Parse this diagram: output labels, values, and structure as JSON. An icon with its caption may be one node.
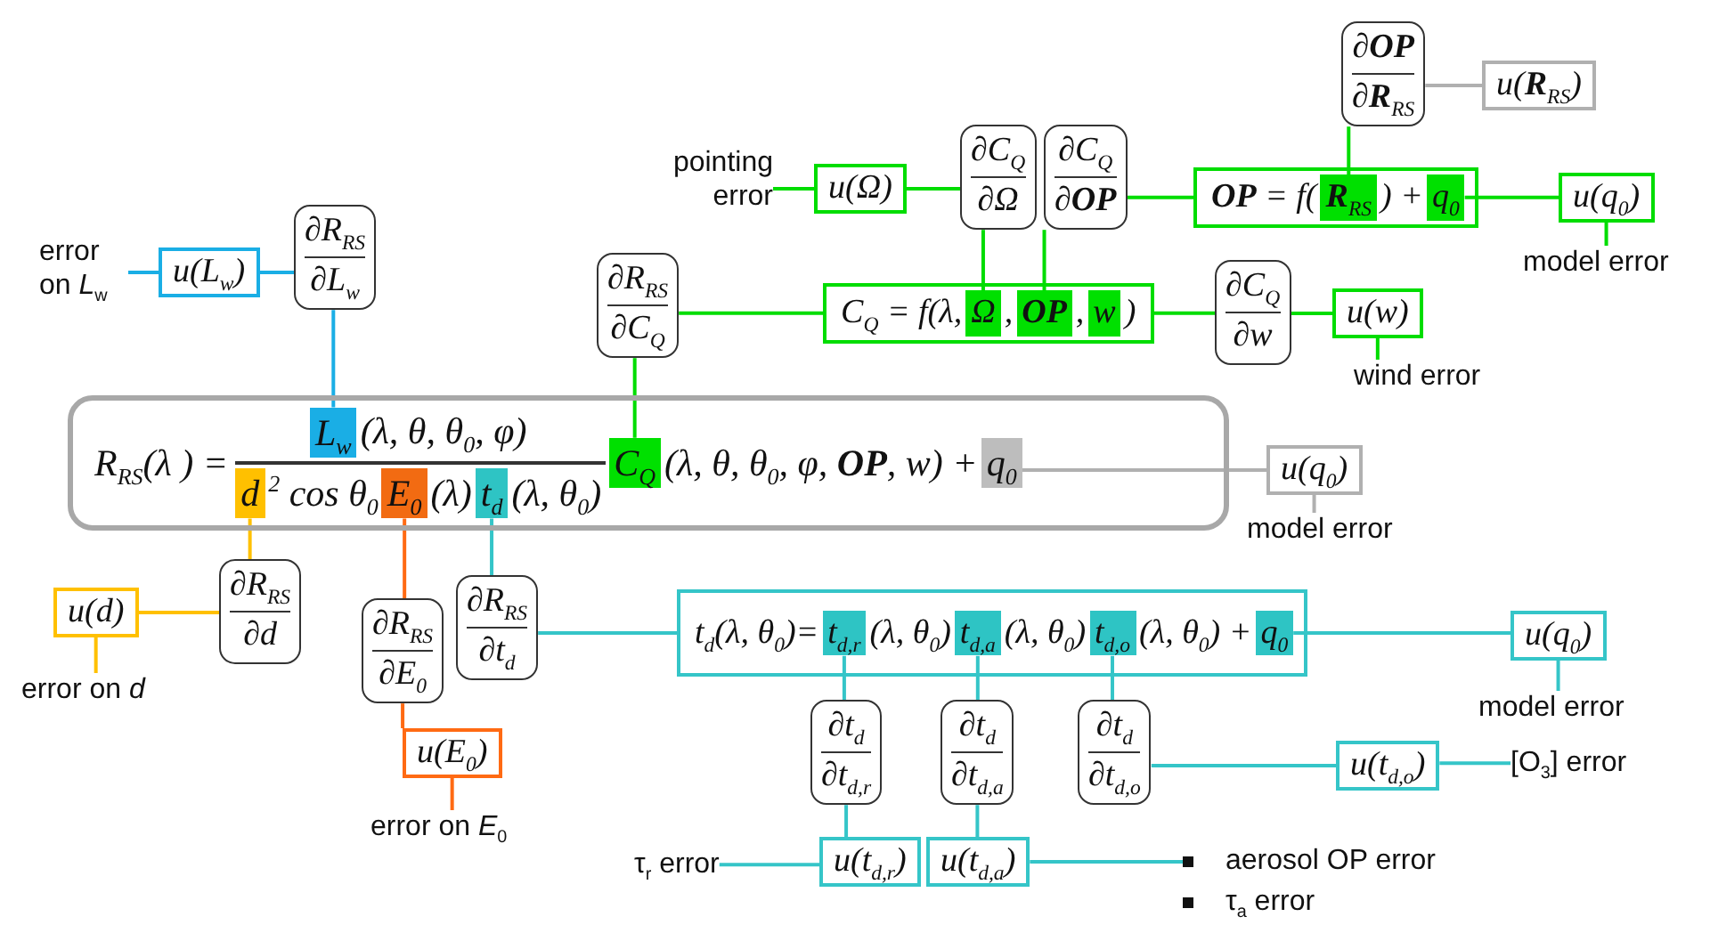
{
  "diagram": {
    "nodes": [
      {
        "text": [
          "∂**OP**",
          "∂**R**$_{RS}$"
        ]
      },
      {
        "text": [
          "u(**R**$_{RS}$)"
        ]
      },
      {
        "text": [
          "pointing error"
        ]
      },
      {
        "text": [
          "u(Ω)"
        ]
      },
      {
        "text": [
          "∂C$_{Q}$",
          "∂Ω"
        ]
      },
      {
        "text": [
          "∂C$_{Q}$",
          "∂**OP**"
        ]
      },
      {
        "text": [
          "**OP** = f(",
          ") +"
        ]
      },
      {
        "text": [
          "**R**$_{RS}$"
        ],
        "in": 6
      },
      {
        "text": [
          "q$_{0}$"
        ],
        "in": 6
      },
      {
        "text": [
          "u(q$_{0}$)"
        ]
      },
      {
        "text": [
          "model error"
        ]
      },
      {
        "text": [
          "error on *L*$_{w}$"
        ]
      },
      {
        "text": [
          "u(L$_{w}$)"
        ]
      },
      {
        "text": [
          "∂R$_{RS}$",
          "∂L$_{w}$"
        ]
      },
      {
        "text": [
          "∂R$_{RS}$",
          "∂C$_{Q}$"
        ]
      },
      {
        "text": [
          "C$_{Q}$ = f(λ,",
          ",",
          ",",
          ")"
        ]
      },
      {
        "text": [
          "Ω"
        ],
        "in": 15
      },
      {
        "text": [
          "**OP**"
        ],
        "in": 15
      },
      {
        "text": [
          "w"
        ],
        "in": 15
      },
      {
        "text": [
          "∂C$_{Q}$",
          "∂w"
        ]
      },
      {
        "text": [
          "u(w)"
        ]
      },
      {
        "text": [
          "wind error"
        ]
      },
      {
        "text": [
          "R$_{RS}$(λ ) =",
          "(λ, θ, θ$_{0}$, φ)",
          "$^{2}$ cos θ$_{0}$",
          "(λ)",
          "(λ, θ$_{0}$)",
          "(λ, θ, θ$_{0}$, φ, **OP**, w) +"
        ]
      },
      {
        "text": [
          "L$_{w}$"
        ],
        "in": 22
      },
      {
        "text": [
          "d"
        ],
        "in": 22
      },
      {
        "text": [
          "E$_{0}$"
        ],
        "in": 22
      },
      {
        "text": [
          "t$_{d}$"
        ],
        "in": 22
      },
      {
        "text": [
          "C$_{Q}$"
        ],
        "in": 22
      },
      {
        "text": [
          "q$_{0}$"
        ],
        "in": 22
      },
      {
        "text": [
          "u(q$_{0}$)"
        ]
      },
      {
        "text": [
          "model error"
        ]
      },
      {
        "text": [
          "u(d)"
        ]
      },
      {
        "text": [
          "∂R$_{RS}$",
          "∂d"
        ]
      },
      {
        "text": [
          "error on *d*"
        ]
      },
      {
        "text": [
          "∂R$_{RS}$",
          "∂E$_{0}$"
        ]
      },
      {
        "text": [
          "∂R$_{RS}$",
          "∂t$_{d}$"
        ]
      },
      {
        "text": [
          "t$_{d}$(λ, θ$_{0}$)=",
          "(λ, θ$_{0}$)",
          "(λ, θ$_{0}$)",
          "(λ, θ$_{0}$) +"
        ]
      },
      {
        "text": [
          "t$_{d,r}$"
        ],
        "in": 36
      },
      {
        "text": [
          "t$_{d,a}$"
        ],
        "in": 36
      },
      {
        "text": [
          "t$_{d,o}$"
        ],
        "in": 36
      },
      {
        "text": [
          "q$_{0}$"
        ],
        "in": 36
      },
      {
        "text": [
          "u(q$_{0}$)"
        ]
      },
      {
        "text": [
          "model error"
        ]
      },
      {
        "text": [
          "u(E$_{0}$)"
        ]
      },
      {
        "text": [
          "error on *E*$_{0}$"
        ]
      },
      {
        "text": [
          "∂t$_{d}$",
          "∂t$_{d,r}$"
        ]
      },
      {
        "text": [
          "∂t$_{d}$",
          "∂t$_{d,a}$"
        ]
      },
      {
        "text": [
          "∂t$_{d}$",
          "∂t$_{d,o}$"
        ]
      },
      {
        "text": [
          "u(t$_{d,o}$)"
        ]
      },
      {
        "text": [
          "[O$_{3}$] error"
        ]
      },
      {
        "text": [
          "τ$_{r}$ error"
        ]
      },
      {
        "text": [
          "u(t$_{d,r}$)"
        ]
      },
      {
        "text": [
          "u(t$_{d,a}$)"
        ]
      },
      {
        "text": [
          "aerosol OP error",
          "τ$_{a}$ error"
        ]
      }
    ],
    "edges": [
      {
        "from": 0,
        "to": 1,
        "arrow": "none",
        "color": "#b0b0b0"
      },
      {
        "from": 0,
        "to": 7,
        "arrow": "none",
        "color": "#00dd00"
      },
      {
        "from": 5,
        "to": 6,
        "arrow": "none",
        "color": "#00dd00"
      },
      {
        "from": 8,
        "to": 9,
        "arrow": "none",
        "color": "#00dd00"
      },
      {
        "from": 9,
        "to": 10,
        "arrow": "none",
        "color": "#00dd00"
      },
      {
        "from": 2,
        "to": 3,
        "arrow": "none",
        "color": "#00dd00"
      },
      {
        "from": 3,
        "to": 4,
        "arrow": "none",
        "color": "#00dd00"
      },
      {
        "from": 4,
        "to": 16,
        "arrow": "none",
        "color": "#00dd00"
      },
      {
        "from": 5,
        "to": 17,
        "arrow": "none",
        "color": "#00dd00"
      },
      {
        "from": 15,
        "to": 19,
        "arrow": "none",
        "color": "#00dd00"
      },
      {
        "from": 19,
        "to": 20,
        "arrow": "none",
        "color": "#00dd00"
      },
      {
        "from": 20,
        "to": 21,
        "arrow": "none",
        "color": "#00dd00"
      },
      {
        "from": 14,
        "to": 15,
        "arrow": "none",
        "color": "#00dd00"
      },
      {
        "from": 14,
        "to": 27,
        "arrow": "none",
        "color": "#00dd00"
      },
      {
        "from": 11,
        "to": 12,
        "arrow": "none",
        "color": "#1aaee5"
      },
      {
        "from": 12,
        "to": 13,
        "arrow": "none",
        "color": "#1aaee5"
      },
      {
        "from": 13,
        "to": 23,
        "arrow": "none",
        "color": "#1aaee5"
      },
      {
        "from": 28,
        "to": 29,
        "arrow": "none",
        "color": "#b0b0b0"
      },
      {
        "from": 29,
        "to": 30,
        "arrow": "none",
        "color": "#b0b0b0"
      },
      {
        "from": 24,
        "to": 32,
        "arrow": "none",
        "color": "#ffc000"
      },
      {
        "from": 31,
        "to": 32,
        "arrow": "none",
        "color": "#ffc000"
      },
      {
        "from": 31,
        "to": 33,
        "arrow": "none",
        "color": "#ffc000"
      },
      {
        "from": 25,
        "to": 34,
        "arrow": "none",
        "color": "#ff6a13"
      },
      {
        "from": 34,
        "to": 43,
        "arrow": "none",
        "color": "#ff6a13"
      },
      {
        "from": 43,
        "to": 44,
        "arrow": "none",
        "color": "#ff6a13"
      },
      {
        "from": 26,
        "to": 35,
        "arrow": "none",
        "color": "#35c5c8"
      },
      {
        "from": 35,
        "to": 36,
        "arrow": "none",
        "color": "#35c5c8"
      },
      {
        "from": 40,
        "to": 41,
        "arrow": "none",
        "color": "#35c5c8"
      },
      {
        "from": 41,
        "to": 42,
        "arrow": "none",
        "color": "#35c5c8"
      },
      {
        "from": 37,
        "to": 45,
        "arrow": "none",
        "color": "#35c5c8"
      },
      {
        "from": 38,
        "to": 46,
        "arrow": "none",
        "color": "#35c5c8"
      },
      {
        "from": 39,
        "to": 47,
        "arrow": "none",
        "color": "#35c5c8"
      },
      {
        "from": 45,
        "to": 51,
        "arrow": "none",
        "color": "#35c5c8"
      },
      {
        "from": 46,
        "to": 52,
        "arrow": "none",
        "color": "#35c5c8"
      },
      {
        "from": 47,
        "to": 48,
        "arrow": "none",
        "color": "#35c5c8"
      },
      {
        "from": 48,
        "to": 49,
        "arrow": "none",
        "color": "#35c5c8"
      },
      {
        "from": 50,
        "to": 51,
        "arrow": "none",
        "color": "#35c5c8"
      },
      {
        "from": 52,
        "to": 53,
        "arrow": "none",
        "color": "#35c5c8"
      }
    ]
  }
}
